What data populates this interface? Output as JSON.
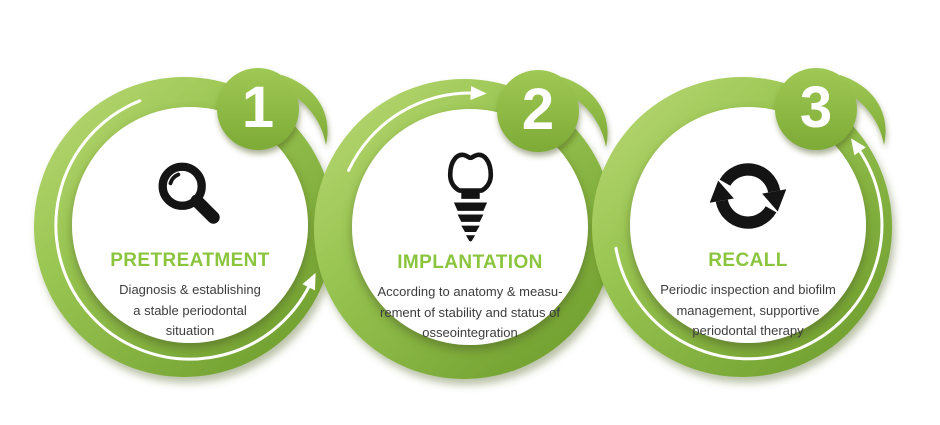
{
  "steps": [
    {
      "number": "1",
      "title": "PRETREATMENT",
      "description": [
        "Diagnosis & establishing",
        "a stable periodontal",
        "situation"
      ],
      "icon": "magnifier"
    },
    {
      "number": "2",
      "title": "IMPLANTATION",
      "description": [
        "According to anatomy & measu-",
        "rement of stability and status of",
        "osseointegration"
      ],
      "icon": "dental-implant"
    },
    {
      "number": "3",
      "title": "RECALL",
      "description": [
        "Periodic inspection and biofilm",
        "management, supportive",
        "periodontal therapy"
      ],
      "icon": "recycle-arrows"
    }
  ],
  "colors": {
    "ring_light": "#bcd977",
    "ring_mid": "#9ac653",
    "ring_dark": "#6d9c2c",
    "badge_light": "#9fc854",
    "badge_dark": "#7dab36",
    "accent_green": "#8bc53e",
    "text_dark": "#3d3d3d",
    "icon": "#141414",
    "arrow_white": "#ffffff",
    "background": "#ffffff"
  }
}
